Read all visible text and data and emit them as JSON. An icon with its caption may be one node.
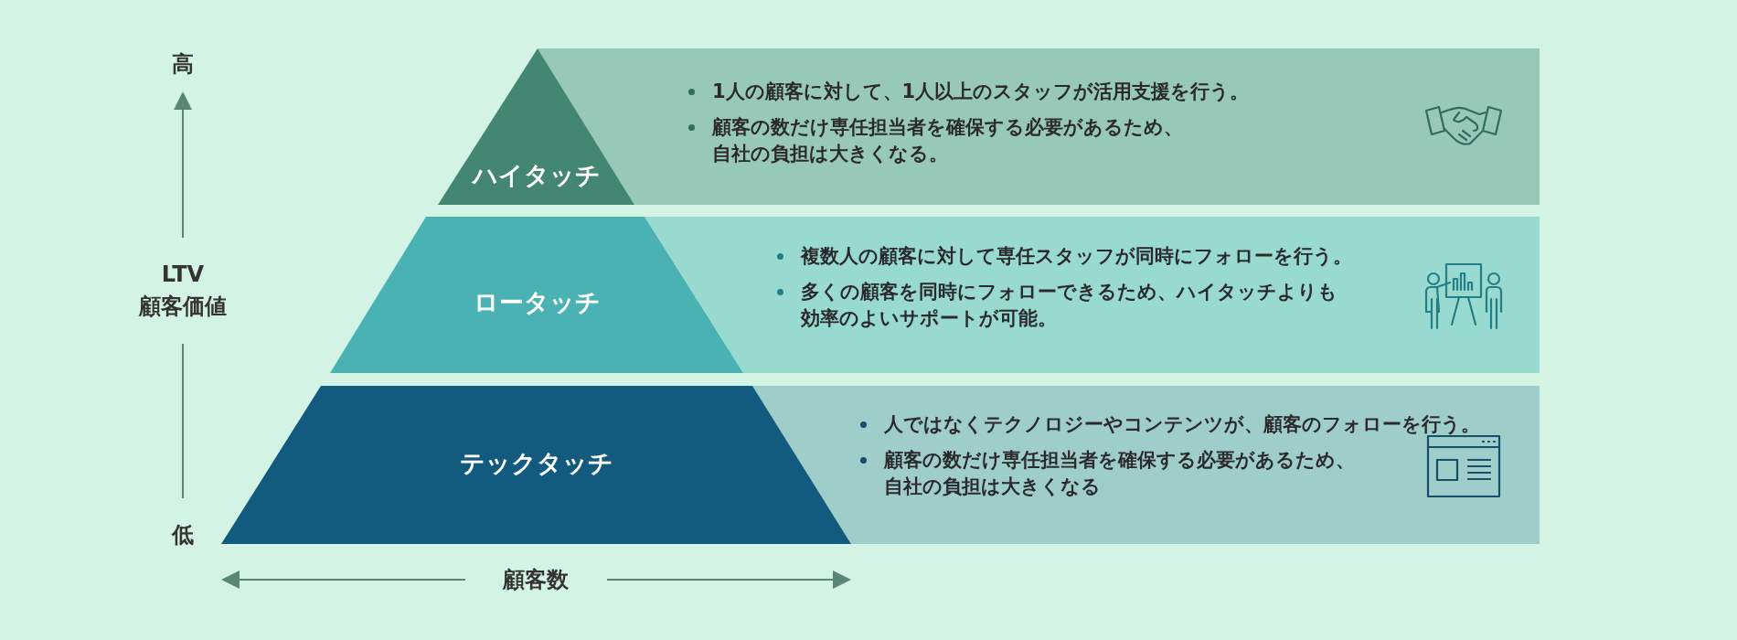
{
  "diagram": {
    "nodes": [
      {
        "text": [
          "ハイタッチ"
        ]
      },
      {
        "text": [
          "1人の顧客に対して、1人以上のスタッフが活用支援を行う。",
          "顧客の数だけ専任担当者を確保する必要があるため、自社の負担は大きくなる。"
        ]
      },
      {
        "text": [
          "ロータッチ"
        ]
      },
      {
        "text": [
          "複数人の顧客に対して専任スタッフが同時にフォローを行う。",
          "多くの顧客を同時にフォローできるため、ハイタッチよりも効率のよいサポートが可能。"
        ]
      },
      {
        "text": [
          "テックタッチ"
        ]
      },
      {
        "text": [
          "人ではなくテクノロジーやコンテンツが、顧客のフォローを行う。",
          "顧客の数だけ専任担当者を確保する必要があるため、自社の負担は大きくなる"
        ]
      }
    ],
    "labels": [
      "高",
      "LTV",
      "顧客価値",
      "低",
      "顧客数"
    ]
  }
}
